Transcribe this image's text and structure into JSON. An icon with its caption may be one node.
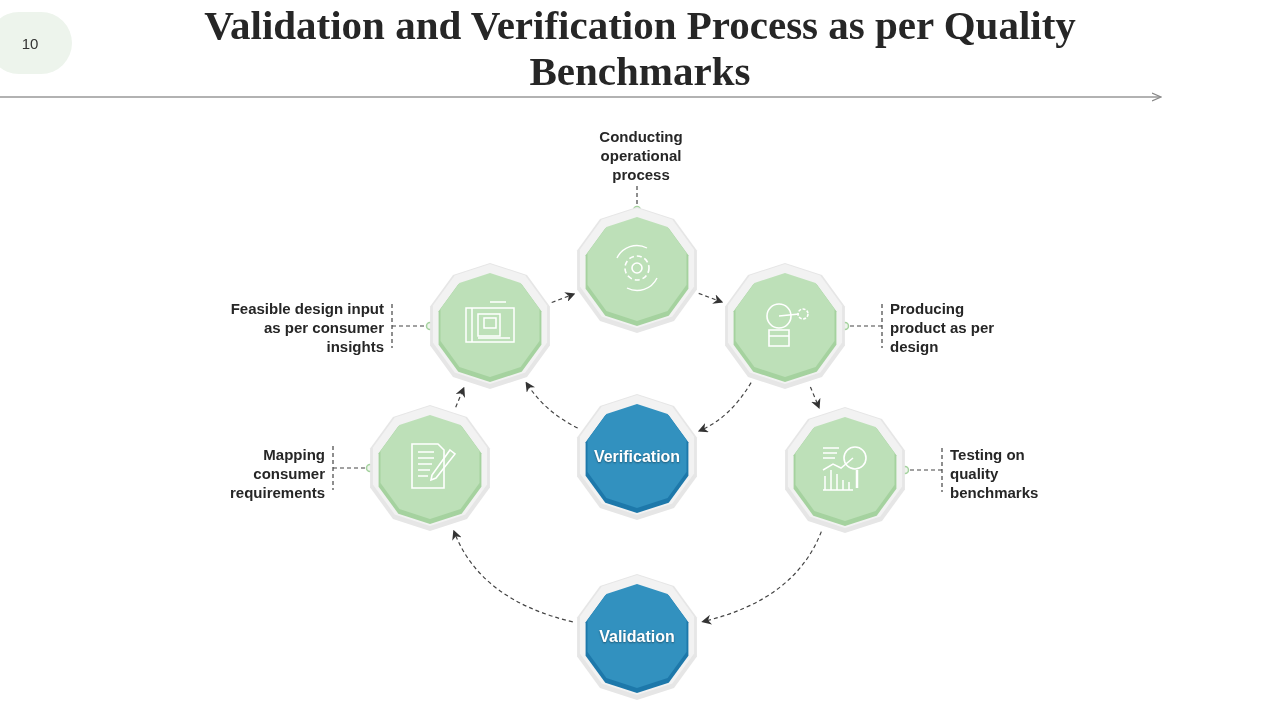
{
  "diagram": {
    "title": "Validation and Verification Process as per Quality Benchmarks",
    "nodes": [
      {
        "text": [],
        "shape": "decagon"
      },
      {
        "text": [],
        "shape": "decagon"
      },
      {
        "text": [],
        "shape": "decagon"
      },
      {
        "text": [],
        "shape": "decagon"
      },
      {
        "text": [],
        "shape": "decagon"
      },
      {
        "text": [
          "Verification"
        ]
      },
      {
        "text": [
          "Validation"
        ]
      },
      {
        "text": [
          "Mapping consumer requirements"
        ]
      },
      {
        "text": [
          "Feasible design input as per consumer insights"
        ]
      },
      {
        "text": [
          "Conducting operational process"
        ]
      },
      {
        "text": [
          "Producing product as per design"
        ]
      },
      {
        "text": [
          "Testing on quality benchmarks"
        ]
      }
    ],
    "edges": [
      {
        "from": 0,
        "to": 1,
        "arrow": "to",
        "style": "dashed"
      },
      {
        "from": 1,
        "to": 2,
        "arrow": "to",
        "style": "dashed"
      },
      {
        "from": 2,
        "to": 3,
        "arrow": "to",
        "style": "dashed"
      },
      {
        "from": 3,
        "to": 4,
        "arrow": "to",
        "style": "dashed"
      },
      {
        "from": 3,
        "to": 5,
        "arrow": "to",
        "style": "dashed"
      },
      {
        "from": 5,
        "to": 1,
        "arrow": "to",
        "style": "dashed"
      },
      {
        "from": 4,
        "to": 6,
        "arrow": "to",
        "style": "dashed"
      },
      {
        "from": 6,
        "to": 0,
        "arrow": "to",
        "style": "dashed"
      },
      {
        "from": 7,
        "to": 0,
        "arrow": "none",
        "style": "dashed"
      },
      {
        "from": 8,
        "to": 1,
        "arrow": "none",
        "style": "dashed"
      },
      {
        "from": 9,
        "to": 2,
        "arrow": "none",
        "style": "dashed"
      },
      {
        "from": 10,
        "to": 3,
        "arrow": "none",
        "style": "dashed"
      },
      {
        "from": 11,
        "to": 4,
        "arrow": "none",
        "style": "dashed"
      }
    ],
    "labels": [
      "10"
    ]
  }
}
